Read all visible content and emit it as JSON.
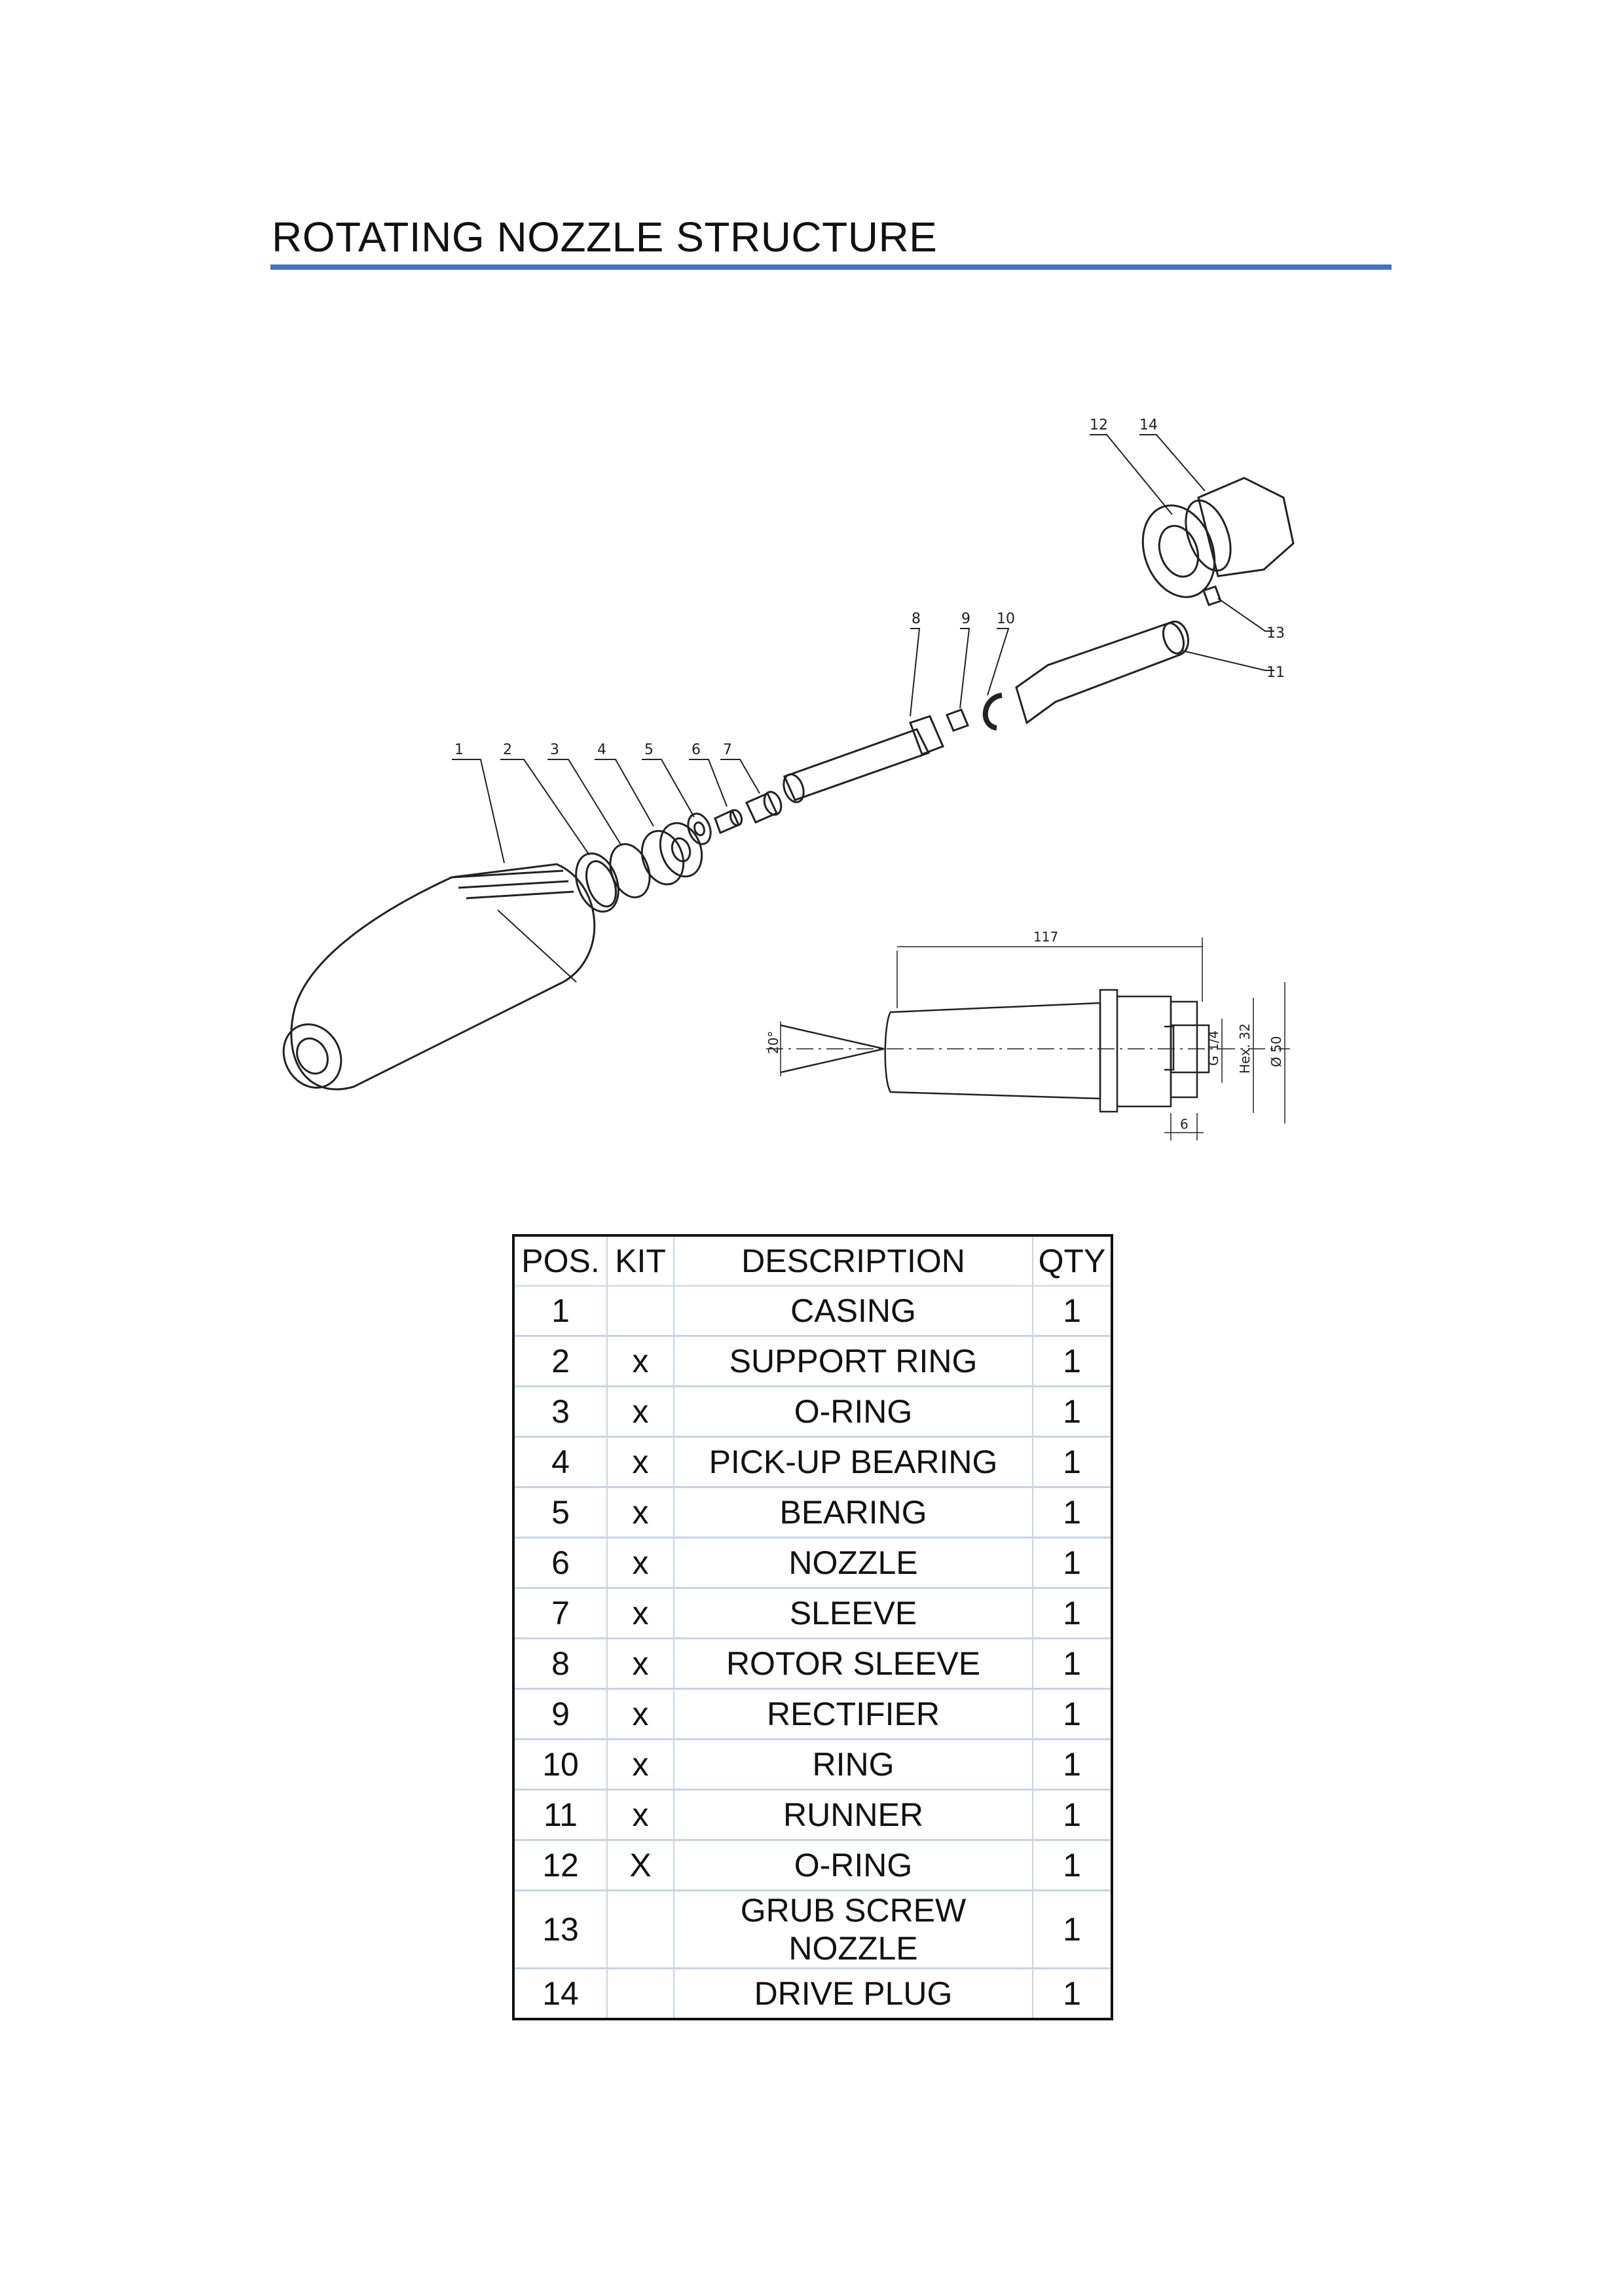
{
  "page": {
    "title": "ROTATING NOZZLE STRUCTURE",
    "accent_color": "#4472c4"
  },
  "drawing": {
    "callouts": [
      "1",
      "2",
      "3",
      "4",
      "5",
      "6",
      "7",
      "8",
      "9",
      "10",
      "11",
      "12",
      "13",
      "14"
    ],
    "dimensions": {
      "length": "117",
      "angle": "20°",
      "thread": "G 1/4",
      "hex": "Hex. 32",
      "diameter": "Ø 50",
      "step": "6"
    }
  },
  "table": {
    "headers": [
      "POS.",
      "KIT",
      "DESCRIPTION",
      "QTY"
    ],
    "rows": [
      [
        "1",
        "",
        "CASING",
        "1"
      ],
      [
        "2",
        "x",
        "SUPPORT RING",
        "1"
      ],
      [
        "3",
        "x",
        "O-RING",
        "1"
      ],
      [
        "4",
        "x",
        "PICK-UP BEARING",
        "1"
      ],
      [
        "5",
        "x",
        "BEARING",
        "1"
      ],
      [
        "6",
        "x",
        "NOZZLE",
        "1"
      ],
      [
        "7",
        "x",
        "SLEEVE",
        "1"
      ],
      [
        "8",
        "x",
        "ROTOR SLEEVE",
        "1"
      ],
      [
        "9",
        "x",
        "RECTIFIER",
        "1"
      ],
      [
        "10",
        "x",
        "RING",
        "1"
      ],
      [
        "11",
        "x",
        "RUNNER",
        "1"
      ],
      [
        "12",
        "X",
        "O-RING",
        "1"
      ],
      [
        "13",
        "",
        "GRUB SCREW NOZZLE",
        "1"
      ],
      [
        "14",
        "",
        "DRIVE PLUG",
        "1"
      ]
    ]
  }
}
